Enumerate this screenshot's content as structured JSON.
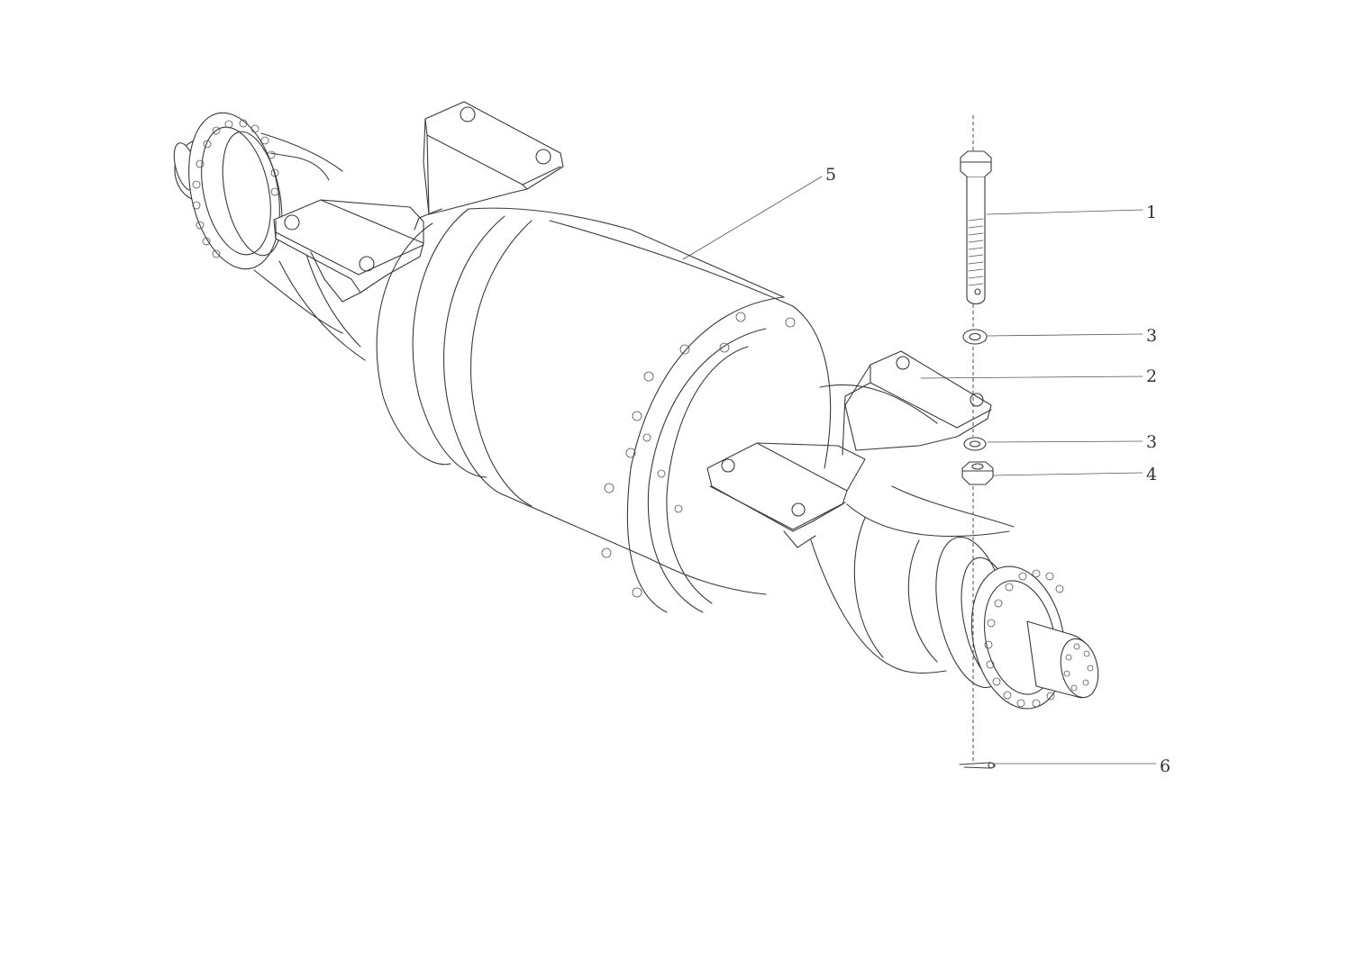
{
  "callouts": [
    {
      "id": "1",
      "label": "1"
    },
    {
      "id": "2",
      "label": "2"
    },
    {
      "id": "3a",
      "label": "3"
    },
    {
      "id": "3b",
      "label": "3"
    },
    {
      "id": "4",
      "label": "4"
    },
    {
      "id": "5",
      "label": "5"
    },
    {
      "id": "6",
      "label": "6"
    }
  ],
  "colors": {
    "line": "#3a3a3a",
    "background": "#ffffff"
  }
}
